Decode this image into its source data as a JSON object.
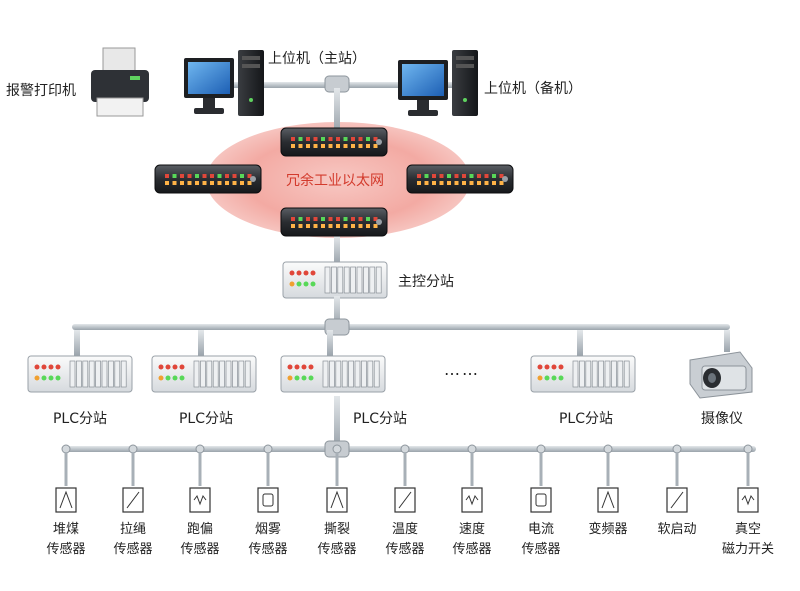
{
  "printer": {
    "label": "报警打印机"
  },
  "host_main": {
    "label": "上位机（主站）"
  },
  "host_backup": {
    "label": "上位机（备机）"
  },
  "network": {
    "label": "冗余工业以太网"
  },
  "master_station": {
    "label": "主控分站"
  },
  "plc_stations": [
    {
      "label": "PLC分站"
    },
    {
      "label": "PLC分站"
    },
    {
      "label": "PLC分站"
    },
    {
      "label": "PLC分站"
    }
  ],
  "ellipsis": "……",
  "camera": {
    "label": "摄像仪"
  },
  "sensors": [
    {
      "line1": "堆煤",
      "line2": "传感器"
    },
    {
      "line1": "拉绳",
      "line2": "传感器"
    },
    {
      "line1": "跑偏",
      "line2": "传感器"
    },
    {
      "line1": "烟雾",
      "line2": "传感器"
    },
    {
      "line1": "撕裂",
      "line2": "传感器"
    },
    {
      "line1": "温度",
      "line2": "传感器"
    },
    {
      "line1": "速度",
      "line2": "传感器"
    },
    {
      "line1": "电流",
      "line2": "传感器"
    },
    {
      "line1": "变频器",
      "line2": ""
    },
    {
      "line1": "软启动",
      "line2": ""
    },
    {
      "line1": "真空",
      "line2": "磁力开关"
    }
  ],
  "colors": {
    "ring": "#f4b5b0",
    "ring_text": "#d33a2c",
    "bus": "#b8c0c8"
  }
}
